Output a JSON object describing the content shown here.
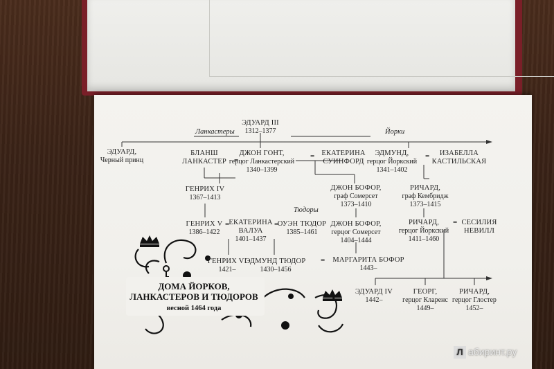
{
  "houses": {
    "lancaster": "Ланкастеры",
    "york": "Йорки",
    "tudor": "Тюдоры"
  },
  "nodes": [
    {
      "id": "edward3",
      "lines": [
        "ЭДУАРД III"
      ],
      "title": "",
      "dates": "1312–1377"
    },
    {
      "id": "edward_bp",
      "lines": [
        "ЭДУАРД,"
      ],
      "title": "Черный принц",
      "dates": ""
    },
    {
      "id": "blanche",
      "lines": [
        "БЛАНШ",
        "ЛАНКАСТЕР"
      ],
      "title": "",
      "dates": ""
    },
    {
      "id": "john_gaunt",
      "lines": [
        "ДЖОН ГОНТ,"
      ],
      "title": "герцог Ланкастерский",
      "dates": "1340–1399"
    },
    {
      "id": "katherine_s",
      "lines": [
        "ЕКАТЕРИНА",
        "СУИНФОРД"
      ],
      "title": "",
      "dates": ""
    },
    {
      "id": "edmund",
      "lines": [
        "ЭДМУНД,"
      ],
      "title": "герцог Йоркский",
      "dates": "1341–1402"
    },
    {
      "id": "isabella",
      "lines": [
        "ИЗАБЕЛЛА",
        "КАСТИЛЬСКАЯ"
      ],
      "title": "",
      "dates": ""
    },
    {
      "id": "henry4",
      "lines": [
        "ГЕНРИХ IV"
      ],
      "title": "",
      "dates": "1367–1413"
    },
    {
      "id": "john_b1",
      "lines": [
        "ДЖОН БОФОР,"
      ],
      "title": "граф Сомерсет",
      "dates": "1373–1410"
    },
    {
      "id": "richard_c",
      "lines": [
        "РИЧАРД,"
      ],
      "title": "граф Кембридж",
      "dates": "1373–1415"
    },
    {
      "id": "henry5",
      "lines": [
        "ГЕНРИХ V"
      ],
      "title": "",
      "dates": "1386–1422"
    },
    {
      "id": "katherine_v",
      "lines": [
        "ЕКАТЕРИНА",
        "ВАЛУА"
      ],
      "title": "",
      "dates": "1401–1437"
    },
    {
      "id": "owen",
      "lines": [
        "ОУЭН ТЮДОР"
      ],
      "title": "",
      "dates": "1385–1461"
    },
    {
      "id": "john_b2",
      "lines": [
        "ДЖОН БОФОР,"
      ],
      "title": "герцог Сомерсет",
      "dates": "1404–1444"
    },
    {
      "id": "richard_y",
      "lines": [
        "РИЧАРД,"
      ],
      "title": "герцог Йоркский",
      "dates": "1411–1460"
    },
    {
      "id": "cecily",
      "lines": [
        "СЕСИЛИЯ",
        "НЕВИЛЛ"
      ],
      "title": "",
      "dates": ""
    },
    {
      "id": "henry6",
      "lines": [
        "ГЕНРИХ VI"
      ],
      "title": "",
      "dates": "1421–"
    },
    {
      "id": "edmund_t",
      "lines": [
        "ЭДМУНД ТЮДОР"
      ],
      "title": "",
      "dates": "1430–1456"
    },
    {
      "id": "margaret",
      "lines": [
        "МАРГАРИТА БОФОР"
      ],
      "title": "",
      "dates": "1443–"
    },
    {
      "id": "edward4",
      "lines": [
        "ЭДУАРД IV"
      ],
      "title": "",
      "dates": "1442–"
    },
    {
      "id": "george",
      "lines": [
        "ГЕОРГ,"
      ],
      "title": "герцог Кларенс",
      "dates": "1449–"
    },
    {
      "id": "richard_g",
      "lines": [
        "РИЧАРД,"
      ],
      "title": "герцог Глостер",
      "dates": "1452–"
    }
  ],
  "plate": {
    "line1": "ДОМА ЙОРКОВ,",
    "line2": "ЛАНКАСТЕРОВ И ТЮДОРОВ",
    "line3": "весной 1464 года"
  },
  "watermark": {
    "box": "Л",
    "text": "абиринт.ру"
  },
  "colors": {
    "page": "#f2f1ed",
    "ink": "#222222",
    "table": "#3b2317",
    "cover": "#7a1f28"
  }
}
